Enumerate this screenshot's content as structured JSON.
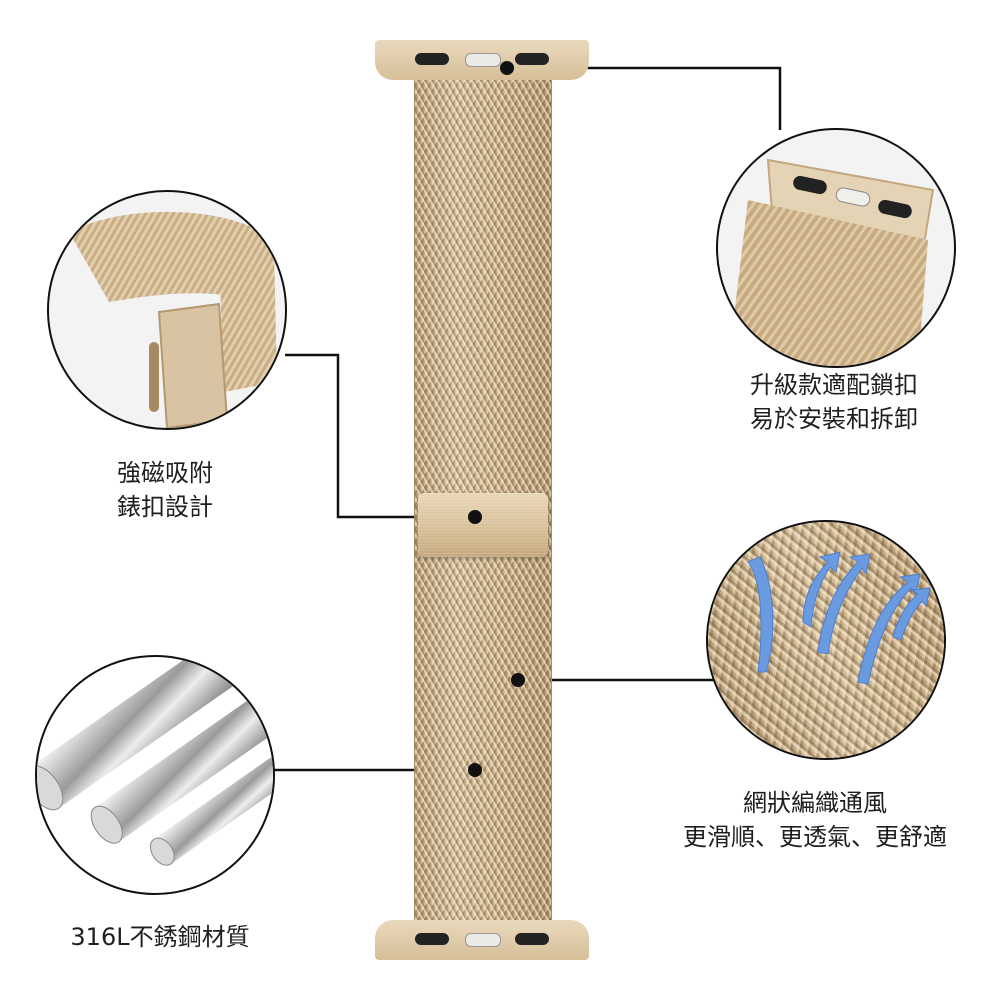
{
  "colors": {
    "band_gold": "#cbb18a",
    "arrow_blue": "#6a9ae0",
    "line": "#111111"
  },
  "callouts": {
    "magnetic_clasp": {
      "line1": "強磁吸附",
      "line2": "錶扣設計"
    },
    "connector": {
      "line1": "升級款適配鎖扣",
      "line2": "易於安裝和拆卸"
    },
    "ventilation": {
      "line1": "網狀編織通風",
      "line2": "更滑順、更透氣、更舒適"
    },
    "material": {
      "line1": "316L不銹鋼材質"
    }
  },
  "icons": [
    "magnetic-clasp-closeup-icon",
    "connector-closeup-icon",
    "airflow-mesh-closeup-icon",
    "steel-rods-closeup-icon"
  ]
}
